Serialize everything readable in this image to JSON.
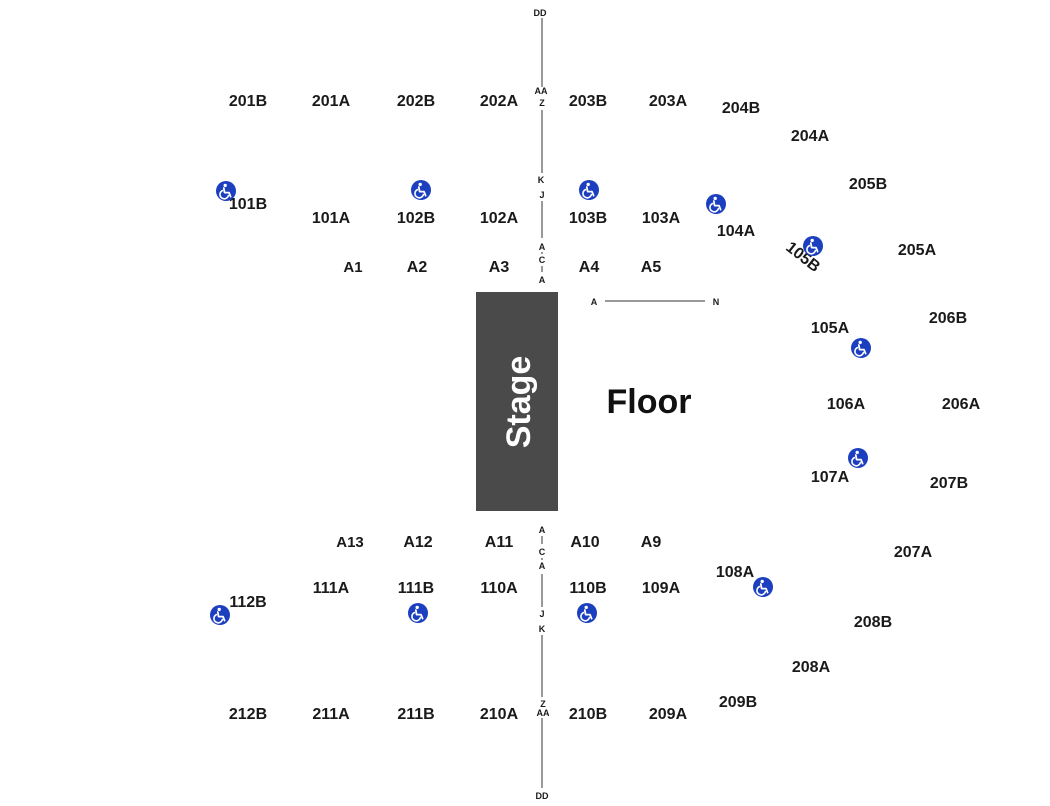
{
  "colors": {
    "stage": "#4a4a4a",
    "accessible": "#1c3fbf",
    "text": "#1a1a1a"
  },
  "stage": {
    "label": "Stage"
  },
  "floor": {
    "label": "Floor"
  },
  "sections": {
    "s201b": "201B",
    "s201a": "201A",
    "s202b": "202B",
    "s202a": "202A",
    "s203b": "203B",
    "s203a": "203A",
    "s204b": "204B",
    "s204a": "204A",
    "s205b": "205B",
    "s205a": "205A",
    "s206b": "206B",
    "s206a": "206A",
    "s207b": "207B",
    "s207a": "207A",
    "s208b": "208B",
    "s208a": "208A",
    "s209b": "209B",
    "s209a": "209A",
    "s210b": "210B",
    "s210a": "210A",
    "s211b": "211B",
    "s211a": "211A",
    "s212b": "212B",
    "s101b": "101B",
    "s101a": "101A",
    "s102b": "102B",
    "s102a": "102A",
    "s103b": "103B",
    "s103a": "103A",
    "s104a": "104A",
    "s105b": "105B",
    "s105a": "105A",
    "s106a": "106A",
    "s107a": "107A",
    "s108a": "108A",
    "s109a": "109A",
    "s110b": "110B",
    "s110a": "110A",
    "s111b": "111B",
    "s111a": "111A",
    "s112b": "112B",
    "a1": "A1",
    "a2": "A2",
    "a3": "A3",
    "a4": "A4",
    "a5": "A5",
    "a9": "A9",
    "a10": "A10",
    "a11": "A11",
    "a12": "A12",
    "a13": "A13"
  },
  "rows": {
    "dd_top": "DD",
    "aa_top": "AA",
    "z_top": "Z",
    "k_top": "K",
    "j_top": "J",
    "a_top1": "A",
    "c_top": "C",
    "a_top2": "A",
    "floor_a": "A",
    "floor_n": "N",
    "a_bot1": "A",
    "c_bot": "C",
    "a_bot2": "A",
    "j_bot": "J",
    "k_bot": "K",
    "z_bot": "Z",
    "aa_bot": "AA",
    "dd_bot": "DD"
  }
}
